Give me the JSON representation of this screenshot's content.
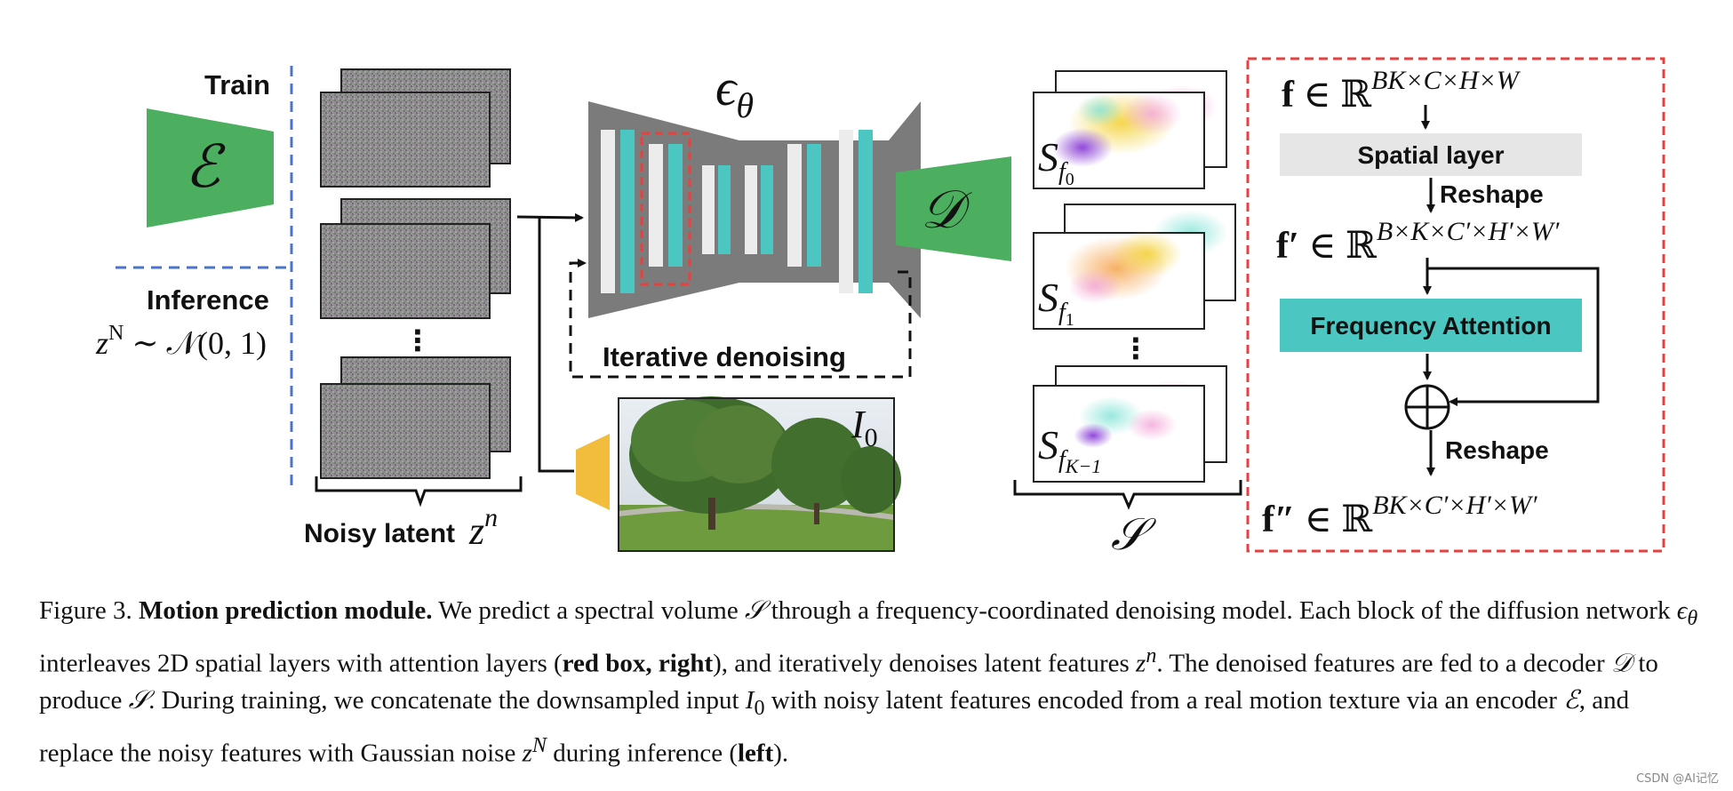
{
  "colors": {
    "encoder_green": "#4caf5f",
    "unet_gray": "#7b7b7b",
    "teal": "#4cc6c0",
    "dashed_blue": "#4a74c9",
    "dashed_red": "#e8413d",
    "yellow": "#f2bd3d",
    "spatial_gray": "#e6e6e6"
  },
  "labels": {
    "train": "Train",
    "inference": "Inference",
    "iterative_denoising": "Iterative denoising",
    "noisy_latent": "Noisy latent",
    "spatial_layer": "Spatial layer",
    "reshape_1": "Reshape",
    "frequency_attention": "Frequency Attention",
    "reshape_2": "Reshape",
    "dots": "⋮"
  },
  "math": {
    "encoder": "ℰ",
    "decoder": "𝒟",
    "epsilon_main": "ϵ",
    "epsilon_sub": "θ",
    "zN_prefix": "z",
    "zN_sup": "N",
    "zN_rest": " ∼ 𝒩(0, 1)",
    "zn_base": "z",
    "zn_sup": "n",
    "I0_base": "I",
    "I0_sub": "0",
    "S_base": "S",
    "S_sub_f": "f",
    "S_sub_0": "0",
    "S_sub_1": "1",
    "S_sub_K": "K−1",
    "S_set": "𝒮",
    "f_base": "f",
    "f_in": " ∈ ℝ",
    "f_sup": "BK×C×H×W",
    "fp_base": "f′",
    "fp_sup": "B×K×C′×H′×W′",
    "fpp_base": "f″",
    "fpp_sup": "BK×C′×H′×W′"
  },
  "caption": {
    "fig_label": "Figure 3.",
    "title": "Motion prediction module.",
    "t1": " We predict a spectral volume ",
    "S1": "𝒮",
    "t2": " through a frequency-coordinated denoising model. Each block of the diffusion network ",
    "eps": "ϵ",
    "eps_sub": "θ",
    "t3": " interleaves 2D spatial layers with attention layers (",
    "bold_ref": "red box, right",
    "t4": "), and iteratively denoises latent features ",
    "z": "z",
    "z_sup": "n",
    "t5": ". The denoised features are fed to a decoder ",
    "D": "𝒟",
    "t6": " to produce ",
    "S2": "𝒮",
    "t7": ". During training, we concatenate the downsampled input ",
    "I": "I",
    "I_sub": "0",
    "t8": " with noisy latent features encoded from a real motion texture via an encoder ",
    "E": "ℰ",
    "t9": ", and replace the noisy features with Gaussian noise ",
    "zN": "z",
    "zN_sup": "N",
    "t10": " during inference (",
    "bold_left": "left",
    "t11": ")."
  },
  "watermark": "CSDN @AI记忆"
}
